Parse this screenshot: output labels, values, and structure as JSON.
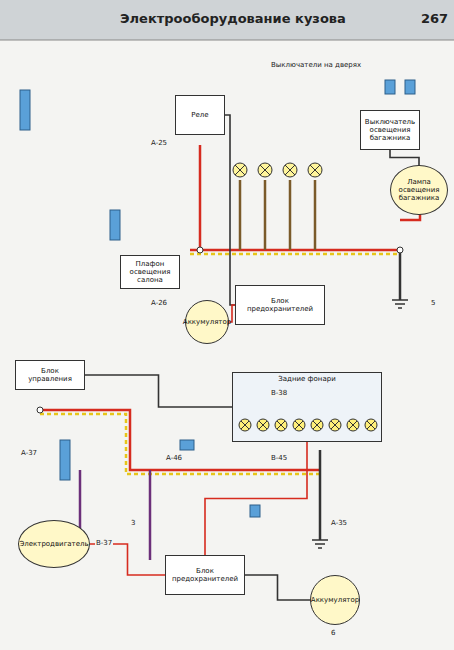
{
  "diagram": {
    "title": "Электрооборудование кузова",
    "nodes": [
      {
        "text": [
          "Плафон освещения салона"
        ]
      },
      {
        "text": [
          "Реле"
        ]
      },
      {
        "text": [
          "Блок предохранителей"
        ]
      },
      {
        "text": [
          "Аккумулятор"
        ]
      },
      {
        "text": [
          "Выключатель освещения багажника"
        ]
      },
      {
        "text": [
          "Лампа освещения багажника"
        ]
      },
      {
        "text": [
          "Задние фонари"
        ]
      },
      {
        "text": [
          "Блок предохранителей"
        ]
      },
      {
        "text": [
          "Аккумулятор"
        ]
      },
      {
        "text": [
          "Электродвигатель"
        ]
      },
      {
        "text": [
          "Блок управления"
        ]
      }
    ],
    "edges": [
      {
        "from": 1,
        "to": 2,
        "arrow": "none"
      },
      {
        "from": 3,
        "to": 2,
        "arrow": "none"
      },
      {
        "from": 4,
        "to": 5,
        "arrow": "none"
      },
      {
        "from": 6,
        "to": 7,
        "arrow": "none"
      },
      {
        "from": 8,
        "to": 7,
        "arrow": "none"
      },
      {
        "from": 9,
        "to": 7,
        "arrow": "none"
      },
      {
        "from": 10,
        "to": 6,
        "arrow": "none"
      }
    ],
    "labels": [
      "267",
      "Выключатели на дверях",
      "A-25",
      "A-26",
      "A-37",
      "A-46",
      "B-45",
      "B-38",
      "A-35",
      "B-37",
      "5",
      "6",
      "3"
    ]
  }
}
